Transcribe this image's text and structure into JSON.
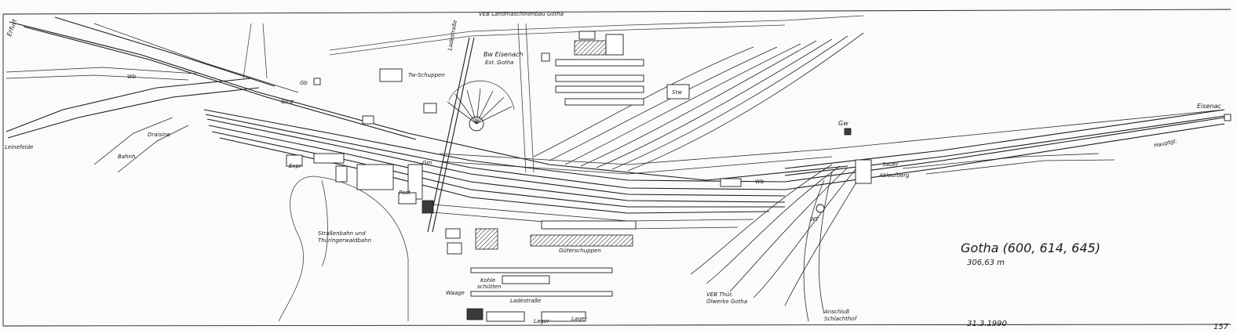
{
  "labels": {
    "erfurt": "Erfurt",
    "leinefelde": "Leinefelde",
    "eisenach": "Eisenac",
    "veb_landmaschinenbau": "VEB Landmaschinenbau Gotha",
    "bw_eisenach": "Bw Eisenach",
    "est_gotha": "Est. Gotha",
    "ladestrasse_top": "Ladestraße",
    "tw_schuppen": "Tw-Schuppen",
    "wb_left": "Wb",
    "gb": "Gb",
    "gmz": "Gmz",
    "draisine": "Draisine",
    "bahnhofs": "Bahnh.",
    "expr": "Expr",
    "post": "Post",
    "gm": "Gm",
    "strassenbahn_1": "Straßenbahn und",
    "strassenbahn_2": "Thüringerwaldbahn",
    "gueterschuppen": "Güterschuppen",
    "kohle_1": "Kohle",
    "kohle_2": "schütten",
    "waage": "Waage",
    "ladestrasse_bottom": "Ladestraße",
    "lager_1": "Lager",
    "lager_2": "Lager",
    "veb_oelwerke_1": "VEB Thür.",
    "veb_oelwerke_2": "Ölwerke Gotha",
    "anschluss_1": "Anschluß",
    "anschluss_2": "Schlachthof",
    "wt": "WT",
    "gw": "Gw",
    "sauer": "Sauer",
    "ablaufberg": "Ablaufberg",
    "hauptgleis": "Hauptgl.",
    "wb_right": "Wb",
    "stw": "Stw",
    "title": "Gotha (600, 614, 645)",
    "elevation": "306,63 m",
    "date": "31.3.1990",
    "page_number": "157"
  }
}
